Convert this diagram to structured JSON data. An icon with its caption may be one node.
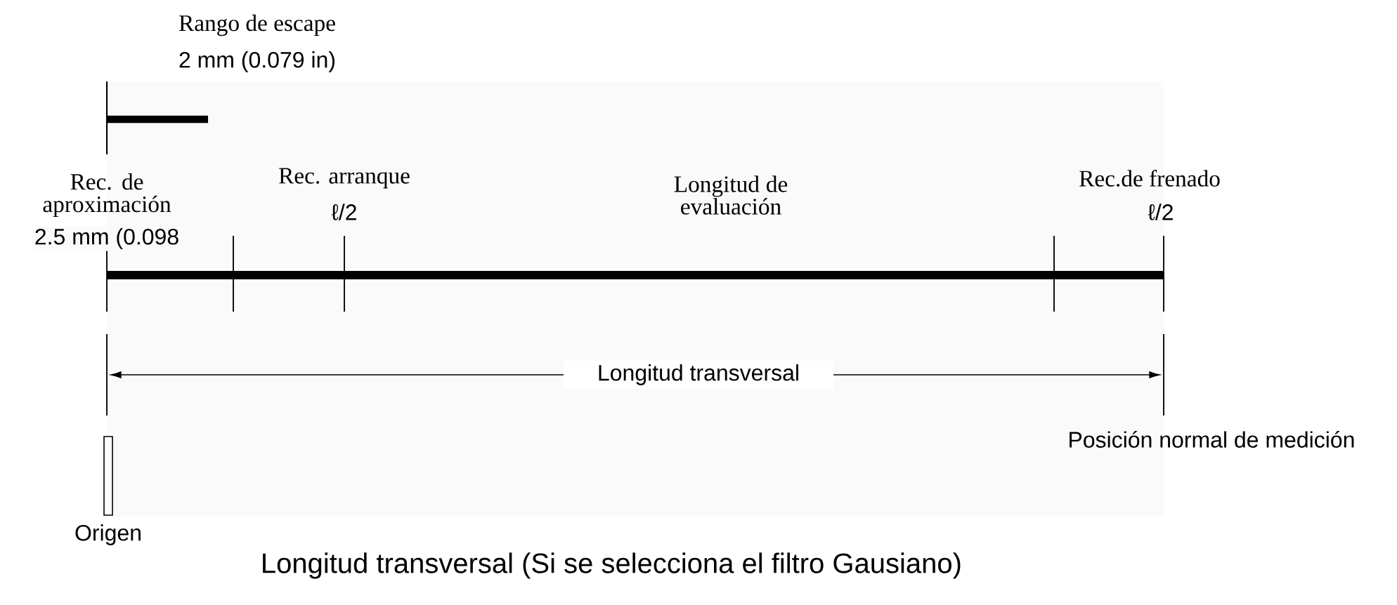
{
  "diagram": {
    "caption": "Longitud transversal (Si se selecciona el filtro Gausiano)",
    "labels": [
      "Rango de escape",
      "2 mm (0.079 in)",
      "Rec. de aproximación",
      "2.5 mm (0.098",
      "Rec. arranque",
      "ℓ/2",
      "Longitud de evaluación",
      "Rec.de frenado",
      "ℓ/2",
      "Longitud transversal",
      "Posición normal de medición",
      "Origen"
    ]
  }
}
